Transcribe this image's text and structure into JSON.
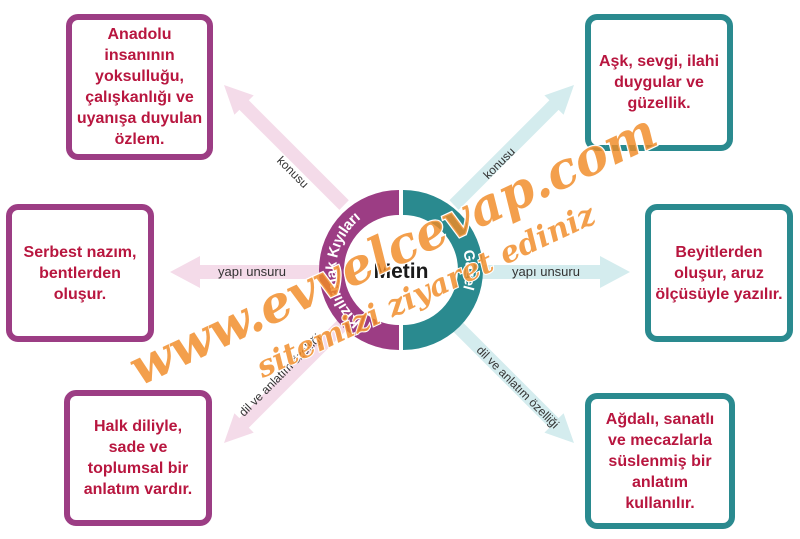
{
  "center": {
    "label": "Metin",
    "left_arc": "Kızılırmak Kıyıları",
    "right_arc": "Gazel"
  },
  "left_column": [
    {
      "relation": "konusu",
      "text": "Anadolu\ninsanının\nyoksulluğu,\nçalışkanlığı ve\nuyanışa duyulan\nözlem."
    },
    {
      "relation": "yapı unsuru",
      "text": "Serbest nazım,\nbentlerden\noluşur."
    },
    {
      "relation": "dil ve anlatım özelliği",
      "text": "Halk diliyle,\nsade ve\ntoplumsal bir\nanlatım vardır."
    }
  ],
  "right_column": [
    {
      "relation": "konusu",
      "text": "Aşk, sevgi, ilahi\nduygular ve\ngüzellik."
    },
    {
      "relation": "yapı unsuru",
      "text": "Beyitlerden\noluşur, aruz\nölçüsüyle yazılır."
    },
    {
      "relation": "dil ve anlatım özelliği",
      "text": "Ağdalı, sanatlı\nve mecazlarla\nsüslenmiş bir\nanlatım\nkullanılır."
    }
  ],
  "watermark": {
    "line1": "www.evvelcevap.com",
    "line2": "sitemizi ziyaret ediniz"
  },
  "colors": {
    "left_accent": "#9c3d84",
    "right_accent": "#2a8a8f",
    "box_text": "#b8163f",
    "left_arrow": "#f4dbe9",
    "right_arrow": "#d4ecee",
    "watermark": "#f08a24"
  }
}
